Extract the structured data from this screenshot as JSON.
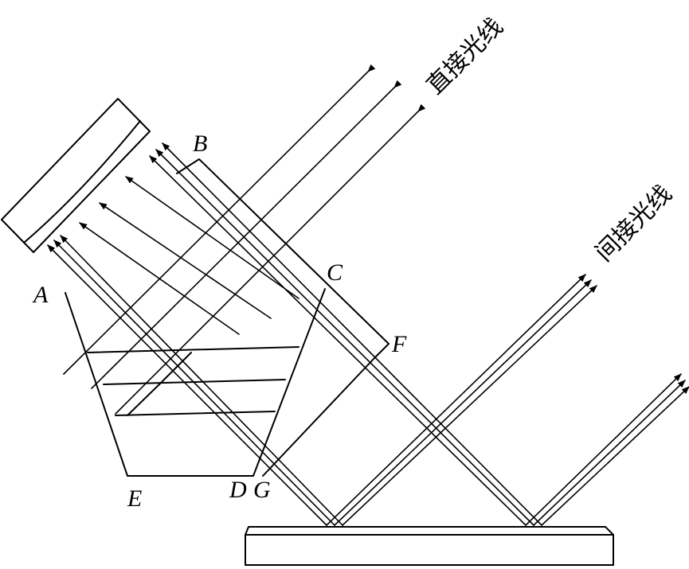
{
  "labels": {
    "A": "A",
    "B": "B",
    "C": "C",
    "D": "D",
    "E": "E",
    "F": "F",
    "G": "G"
  },
  "captions": {
    "direct_light": "直接光线",
    "indirect_light": "间接光线"
  }
}
